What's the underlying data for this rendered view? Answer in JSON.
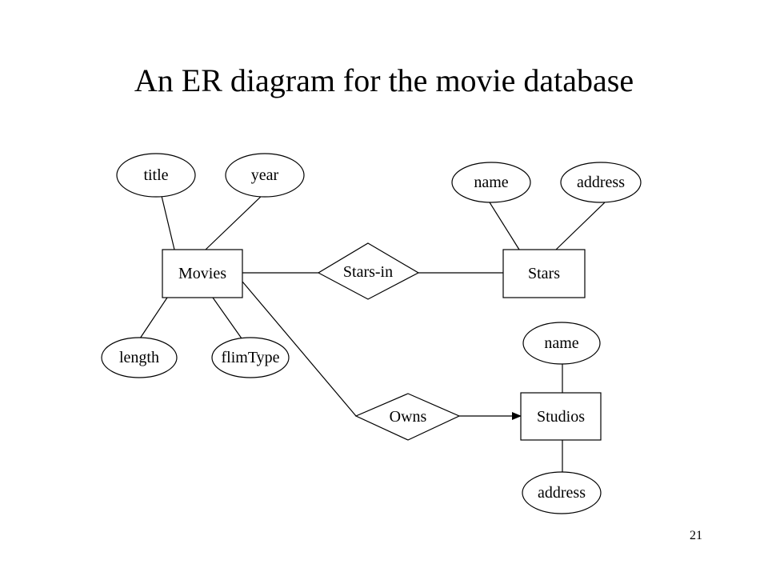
{
  "slide": {
    "title": "An ER diagram for the movie database",
    "page_number": "21"
  },
  "diagram": {
    "entities": {
      "movies": "Movies",
      "stars": "Stars",
      "studios": "Studios"
    },
    "relationships": {
      "stars_in": "Stars-in",
      "owns": "Owns"
    },
    "attributes": {
      "movies_title": "title",
      "movies_year": "year",
      "movies_length": "length",
      "movies_film_type": "flimType",
      "stars_name": "name",
      "stars_address": "address",
      "studios_name": "name",
      "studios_address": "address"
    },
    "edges": [
      {
        "from": "movies",
        "to": "movies_title"
      },
      {
        "from": "movies",
        "to": "movies_year"
      },
      {
        "from": "movies",
        "to": "movies_length"
      },
      {
        "from": "movies",
        "to": "movies_film_type"
      },
      {
        "from": "movies",
        "to": "stars_in"
      },
      {
        "from": "stars_in",
        "to": "stars"
      },
      {
        "from": "stars",
        "to": "stars_name"
      },
      {
        "from": "stars",
        "to": "stars_address"
      },
      {
        "from": "movies",
        "to": "owns"
      },
      {
        "from": "owns",
        "to": "studios",
        "arrow": true
      },
      {
        "from": "studios",
        "to": "studios_name"
      },
      {
        "from": "studios",
        "to": "studios_address"
      }
    ]
  }
}
